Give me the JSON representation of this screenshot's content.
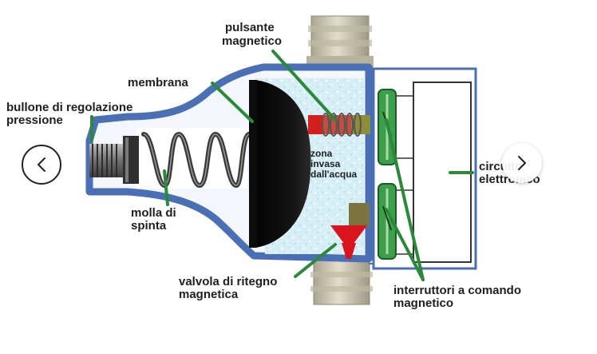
{
  "labels": {
    "pulsante_line1": "pulsante",
    "pulsante_line2": "magnetico",
    "membrana": "membrana",
    "bullone_line1": "bullone di regolazione",
    "bullone_line2": "pressione",
    "zona_line1": "zona",
    "zona_line2": "invasa",
    "zona_line3": "dall'acqua",
    "circuito_line1": "circuito",
    "circuito_line2": "elettronico",
    "molla_line1": "molla di",
    "molla_line2": "spinta",
    "valvola_line1": "valvola di ritegno",
    "valvola_line2": "magnetica",
    "interruttori_line1": "interruttori a comando",
    "interruttori_line2": "magnetico"
  },
  "icons": {
    "prev": "chevron-left-icon",
    "next": "chevron-right-icon"
  },
  "colors": {
    "housing_blue": "#4a6fb5",
    "water": "#cfe9f2",
    "leader_green": "#2a8a3a",
    "valve_red": "#d8141c",
    "plunger_olive": "#8a7a3a",
    "spring_gray": "#3a3a3a",
    "pipe_beige": "#c8c3ac"
  }
}
